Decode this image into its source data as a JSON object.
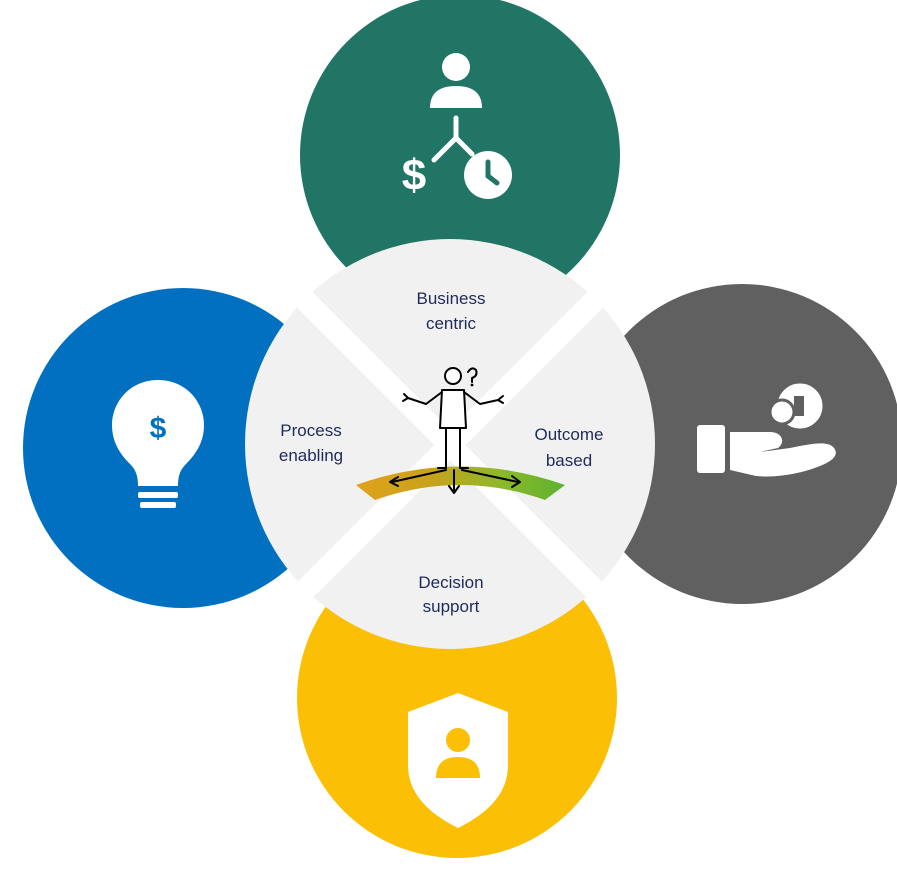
{
  "petals": [
    {
      "id": "top",
      "color": "#207565",
      "icon": "user-dollar-clock-icon",
      "label_lines": [
        "Business",
        "centric"
      ]
    },
    {
      "id": "right",
      "color": "#616061",
      "icon": "hand-giving-coin-icon",
      "label_lines": [
        "Outcome",
        "based"
      ]
    },
    {
      "id": "bottom",
      "color": "#FBBF05",
      "icon": "shield-user-icon",
      "label_lines": [
        "Decision",
        "support"
      ]
    },
    {
      "id": "left",
      "color": "#0270C1",
      "icon": "lightbulb-dollar-icon",
      "label_lines": [
        "Process",
        "enabling"
      ]
    }
  ],
  "center": {
    "overlap_color": "#F1F1F1",
    "icon": "person-choosing-path-icon",
    "path_colors": [
      "#E0A21A",
      "#C9A21C",
      "#8CB92A",
      "#5DB230"
    ]
  }
}
